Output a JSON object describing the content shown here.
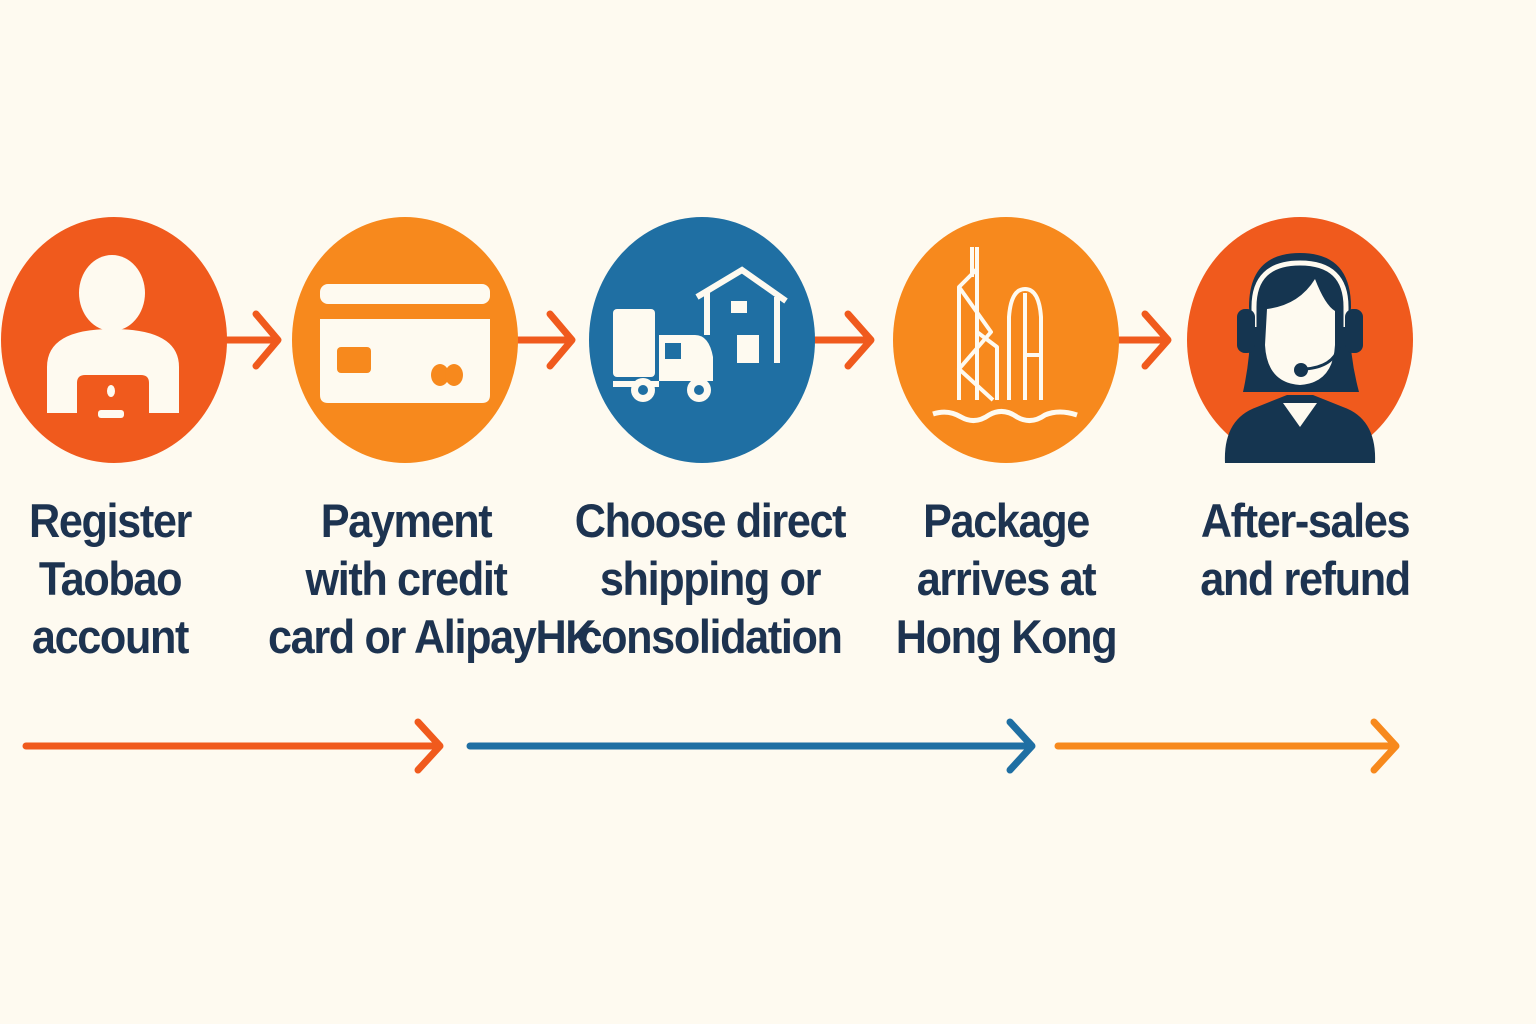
{
  "colors": {
    "red_orange": "#f05a1d",
    "orange": "#f7891d",
    "blue": "#1f6fa3",
    "navy": "#153550",
    "text": "#1d3350",
    "background": "#fefaf0"
  },
  "steps": [
    {
      "icon": "user-laptop-icon",
      "lines": [
        "Register",
        "Taobao",
        "account"
      ]
    },
    {
      "icon": "credit-card-icon",
      "lines": [
        "Payment",
        "with credit",
        "card or AlipayHK"
      ]
    },
    {
      "icon": "truck-warehouse-icon",
      "lines": [
        "Choose direct",
        "shipping or",
        "consolidation"
      ]
    },
    {
      "icon": "hong-kong-skyline-icon",
      "lines": [
        "Package",
        "arrives at",
        "Hong Kong"
      ]
    },
    {
      "icon": "customer-service-headset-icon",
      "lines": [
        "After-sales",
        "and refund"
      ]
    }
  ]
}
